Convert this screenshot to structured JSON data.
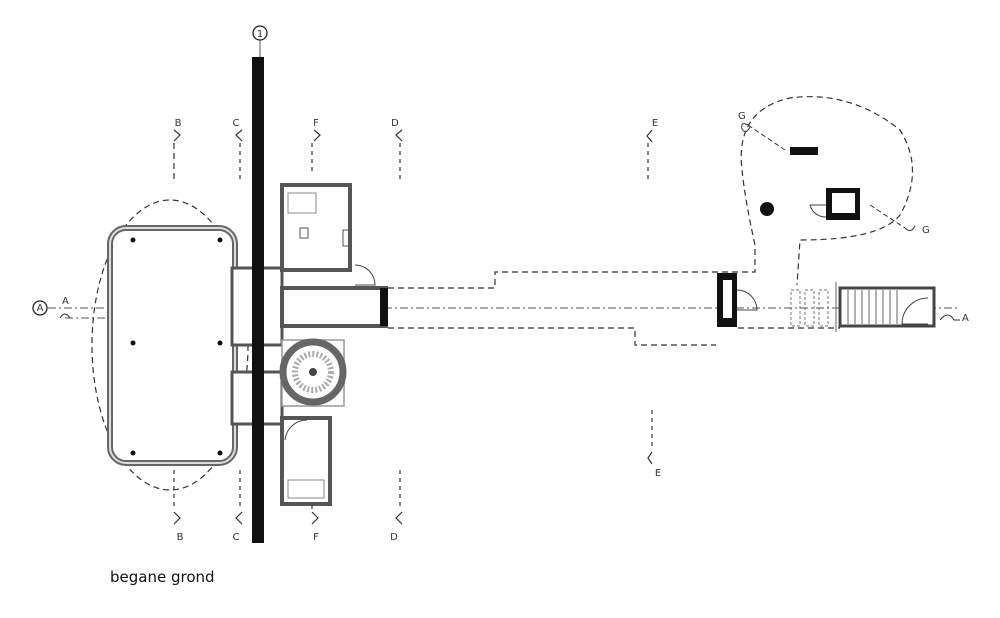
{
  "title": "begane grond",
  "axes": {
    "vertical": "1",
    "horizontal": "A"
  },
  "sections_top": [
    "B",
    "C",
    "F",
    "D",
    "E"
  ],
  "sections_bottom": [
    "B",
    "C",
    "F",
    "D",
    "E"
  ],
  "section_g": [
    "G",
    "G"
  ],
  "section_a_right": "A",
  "section_a_left": "A"
}
